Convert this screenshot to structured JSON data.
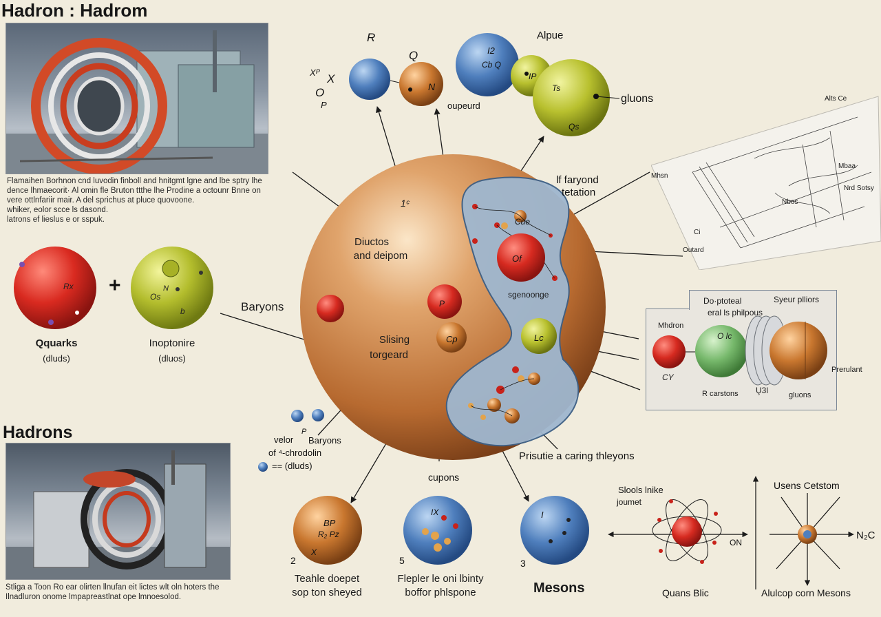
{
  "header": {
    "title": "Hadron : Hadrom",
    "top_caption": [
      "Flamaihen Borhnon cnd luvodin finboll and hnitgmt lgne and lbe sptry lhe",
      "dence lhmaecorit· Al omin fle Bruton ttthe lhe Prodine a octounr Bnne on",
      "vere ottlnfariir mair. A del sprichus at pluce quovoone.",
      "whiker, eolor scce ls dasond.",
      "latrons ef lieslus e or sspuk."
    ]
  },
  "left": {
    "quarks_label": "Qquarks",
    "quarks_sub": "(dluds)",
    "plus": "+",
    "gluon_label": "Inoptonire",
    "gluon_sub": "(dluos)",
    "quark_red_text": "Rx",
    "quark_green_text": "Os",
    "quark_green_b": "b",
    "quark_green_n": "N",
    "baryons": "Baryons",
    "hadrons_title": "Hadrons",
    "bottom_caption": [
      "Stliga a Toon Ro ear olirten llnufan eit lictes wlt oln hoters the",
      "Ilnadluron onome lmpapreastlnat ope lmnoesolod."
    ]
  },
  "top": {
    "r_label": "R",
    "x_label": "X",
    "xp_label": "Xᴾ",
    "o_label": "O",
    "p_label": "P",
    "q_label": "Q",
    "n_label": "N",
    "oupeurd": "oupeurd",
    "alpue": "Alpue",
    "gluons": "gluons",
    "blue_text": "I2",
    "blue_text2": "Cb Q",
    "lime_text": "Ts",
    "lime_text2": "Qs",
    "small_green_text": "IP"
  },
  "center": {
    "label_1c": "1ᶜ",
    "diuctos": "Diuctos",
    "and_deipom": "and deipom",
    "slising": "Slising",
    "torgeard": "torgeard",
    "quark_p": "P",
    "quark_cp": "Cp",
    "region_cue": "Cue",
    "region_of": "Of",
    "sgenoonge": "sgenoonge",
    "lc": "Lc",
    "faryond": "lf faryond",
    "tetation": "tetation",
    "cupons": "cupons",
    "prisutie": "Prisutie a caring thleyons"
  },
  "small": {
    "velor": "velor",
    "p": "P",
    "baryons": "Baryons",
    "of_chroddin": "of ⁴-chrodolin",
    "eq": "== (dluds)"
  },
  "diagram_sketch": {
    "alts_ce": "Alts Ce",
    "mars_n": "Mhsn",
    "mbaa": "Mbaa",
    "nbos": "Nbos",
    "nrd_sotsy": "Nrd Sotsy",
    "outard": "Outard",
    "ci": "Ci"
  },
  "inset": {
    "doc_ptical": "Do·ptoteal",
    "eral_philpous": "eral ls philpous",
    "syeur_plliors": "Syeur plliors",
    "mhdron": "Mhdron",
    "cy": "CY",
    "o_lc": "O lc",
    "r_carstons": "R carstons",
    "u_jl": "U̧3l",
    "gluons": "gluons",
    "prerulant": "Prerulant"
  },
  "bottom": {
    "n2": "2",
    "n5": "5",
    "n3": "3",
    "ball1_text": "BP",
    "ball1_text2": "R₂ Pz",
    "ball1_x": "X",
    "ball2_text": "IX",
    "ball3_text": "I",
    "cap1_a": "Teahle doepet",
    "cap1_b": "sop ton sheyed",
    "cap2_a": "Flepler le oni lbinty",
    "cap2_b": "boffor phlspone",
    "mesons": "Mesons",
    "slools": "Slools lnike",
    "journet": "joumet",
    "on": "ON",
    "quans": "Quans Blic",
    "usens": "Usens Cetstom",
    "nc": "N₂C",
    "alulcop": "Alulcop corn Mesons"
  }
}
